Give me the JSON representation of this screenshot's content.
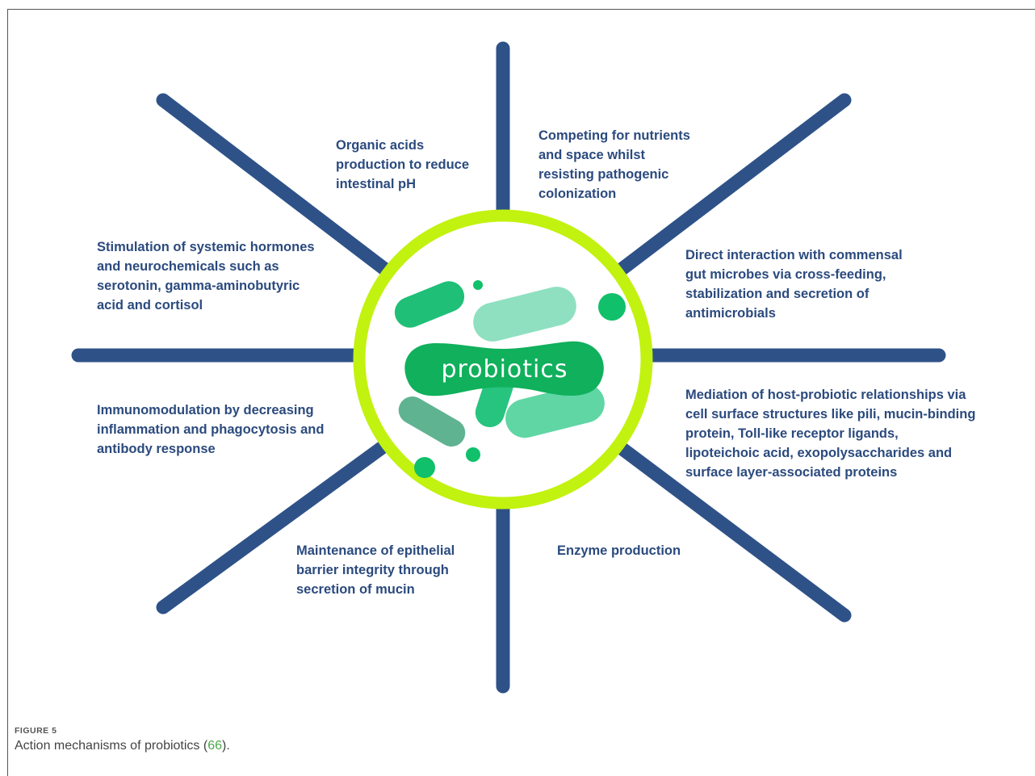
{
  "diagram": {
    "center_label": "probiotics",
    "colors": {
      "spoke": "#2e5288",
      "ring": "#c2f20f",
      "text": "#2b4a7e",
      "blob_dark": "#0fb25a",
      "blob_light": "#7dd9b0",
      "link": "#4aa84a"
    },
    "mechanisms": [
      {
        "id": "organic-acids",
        "text": "Organic  acids\nproduction to reduce\nintestinal pH"
      },
      {
        "id": "competing-nutrients",
        "text": "Competing for nutrients\nand space whilst\nresisting pathogenic\ncolonization"
      },
      {
        "id": "systemic-hormones",
        "text": "Stimulation of systemic hormones\nand neurochemicals such as\nserotonin, gamma-aminobutyric\nacid and cortisol"
      },
      {
        "id": "commensal-interaction",
        "text": "Direct interaction  with  commensal\ngut  microbes via cross-feeding,\nstabilization and secretion of\nantimicrobials"
      },
      {
        "id": "immunomodulation",
        "text": "Immunomodulation by decreasing\ninflammation and phagocytosis and\nantibody response"
      },
      {
        "id": "host-probiotic-mediation",
        "text": "Mediation of host-probiotic relationships via\ncell surface structures like pili, mucin-binding\nprotein, Toll-like receptor ligands,\nlipoteichoic acid, exopolysaccharides and\nsurface layer-associated proteins"
      },
      {
        "id": "epithelial-barrier",
        "text": "Maintenance of epithelial\nbarrier integrity through\nsecretion of mucin"
      },
      {
        "id": "enzyme-production",
        "text": "Enzyme production"
      }
    ]
  },
  "caption": {
    "label": "FIGURE 5",
    "text": "Action mechanisms of probiotics (",
    "ref": "66",
    "suffix": ")."
  }
}
